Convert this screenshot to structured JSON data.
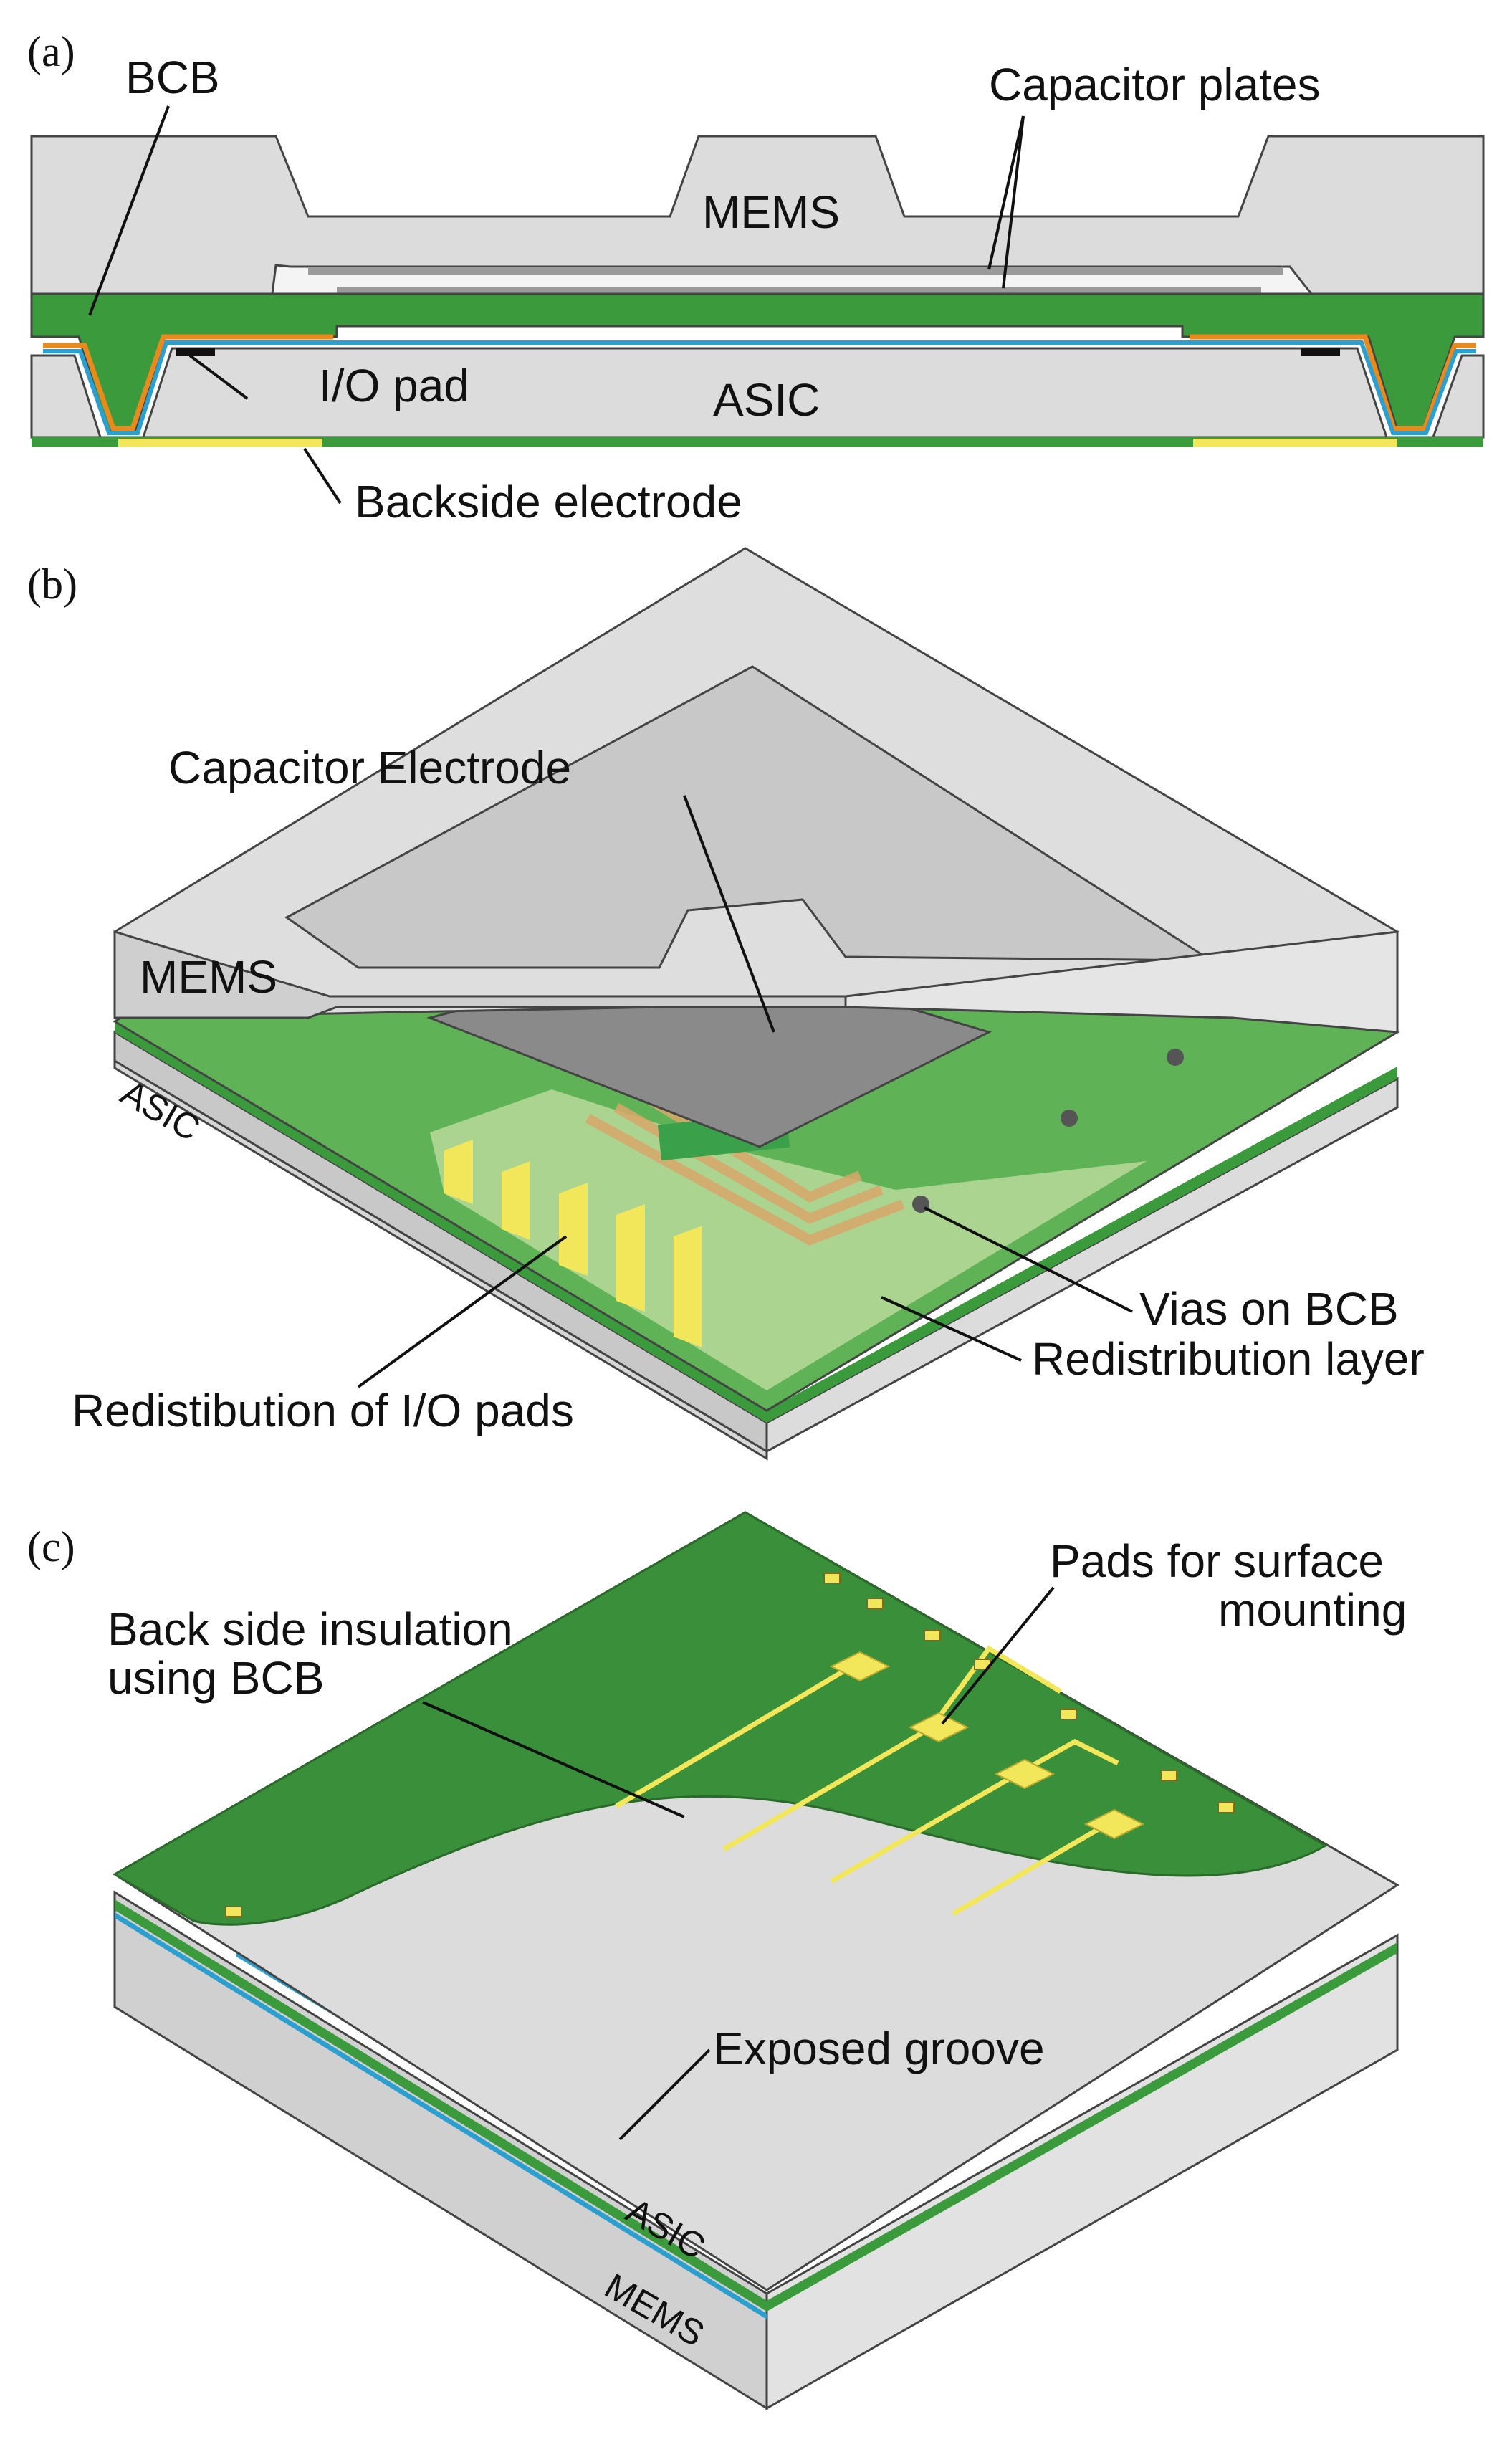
{
  "panels": {
    "a": {
      "letter": "(a)",
      "labels": {
        "bcb": "BCB",
        "capacitor_plates": "Capacitor plates",
        "mems": "MEMS",
        "io_pad": "I/O pad",
        "asic": "ASIC",
        "backside_electrode": "Backside electrode"
      }
    },
    "b": {
      "letter": "(b)",
      "labels": {
        "capacitor_electrode": "Capacitor Electrode",
        "mems": "MEMS",
        "asic": "ASIC",
        "vias_on_bcb": "Vias on BCB",
        "redistribution_layer": "Redistribution layer",
        "redistribution_io_pads": "Redistibution of I/O pads"
      }
    },
    "c": {
      "letter": "(c)",
      "labels": {
        "pads_line1": "Pads for surface",
        "pads_line2": "mounting",
        "backside_line1": "Back side insulation",
        "backside_line2": "using BCB",
        "exposed_groove": "Exposed groove",
        "asic": "ASIC",
        "mems": "MEMS"
      }
    }
  },
  "colors": {
    "silicon": "#dcdcdc",
    "silicon_dark": "#b9b9b9",
    "bcb_green": "#3a9a3c",
    "bcb_dark": "#2f7d31",
    "metal_orange": "#e88a1c",
    "oxide_blue": "#2b9fd0",
    "pad_yellow": "#f2e65a",
    "electrode_gray": "#8a8a8a"
  }
}
